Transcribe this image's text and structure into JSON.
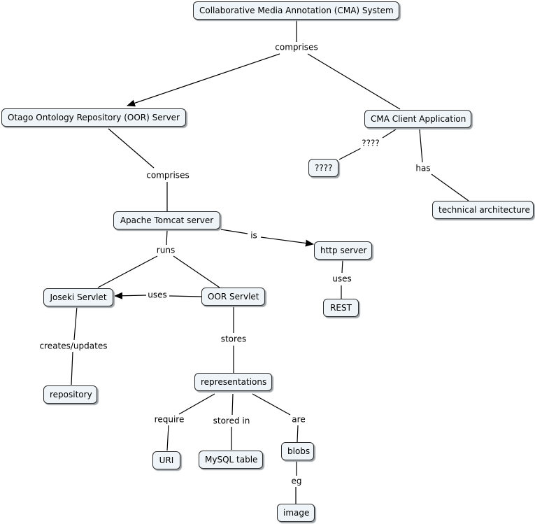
{
  "nodes": {
    "cma_system": "Collaborative Media Annotation (CMA) System",
    "oor_server": "Otago Ontology Repository (OOR) Server",
    "cma_client": "CMA Client Application",
    "unknown": "????",
    "technical_architecture": "technical architecture",
    "tomcat": "Apache Tomcat server",
    "http_server": "http server",
    "rest": "REST",
    "joseki": "Joseki Servlet",
    "oor_servlet": "OOR Servlet",
    "repository": "repository",
    "representations": "representations",
    "uri": "URI",
    "mysql": "MySQL table",
    "blobs": "blobs",
    "image": "image"
  },
  "links": {
    "comprises_top": "comprises",
    "unknown_link": "????",
    "has": "has",
    "comprises_oor": "comprises",
    "is": "is",
    "uses_http": "uses",
    "runs": "runs",
    "uses_servlet": "uses",
    "creates_updates": "creates/updates",
    "stores": "stores",
    "require": "require",
    "stored_in": "stored in",
    "are": "are",
    "eg": "eg"
  }
}
